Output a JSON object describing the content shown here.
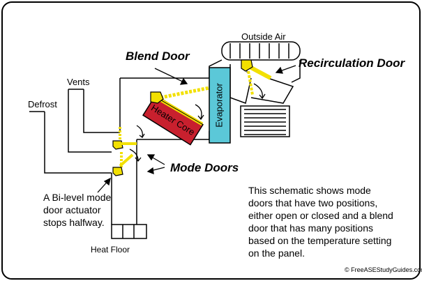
{
  "labels": {
    "outside_air": "Outside Air",
    "blend_door": "Blend Door",
    "recirculation_door": "Recirculation Door",
    "vents": "Vents",
    "defrost": "Defrost",
    "heater_core": "Heater Core",
    "evaporator": "Evaporator",
    "mode_doors": "Mode Doors",
    "heat_floor": "Heat Floor",
    "bilevel_note": [
      "A Bi-level mode",
      "door actuator",
      "stops halfway."
    ],
    "schematic_note": [
      "This schematic shows mode",
      "doors that have two positions,",
      "either open or closed and a blend",
      "door that has many positions",
      "based on the temperature setting",
      "on the panel."
    ],
    "credit": "© FreeASEStudyGuides.com"
  },
  "colors": {
    "heater_core": "#c8202e",
    "evaporator": "#5bc8d8",
    "door_yellow": "#f2e000",
    "frame_border": "#000000"
  }
}
